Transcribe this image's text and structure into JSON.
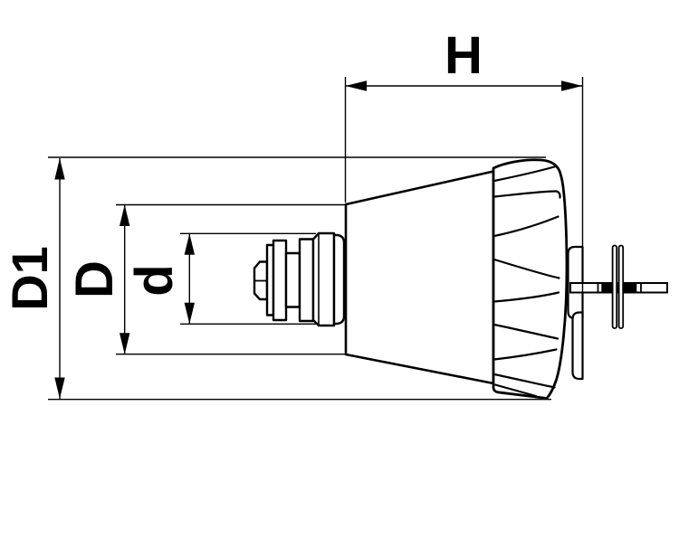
{
  "drawing": {
    "type": "technical-drawing",
    "subject": "push-button cap with knurled knob, stepped spindle and cross handle",
    "labels": {
      "h": "H",
      "d1": "D1",
      "d": "D",
      "d_small": "d"
    },
    "colors": {
      "line": "#000000",
      "background": "#ffffff"
    }
  }
}
